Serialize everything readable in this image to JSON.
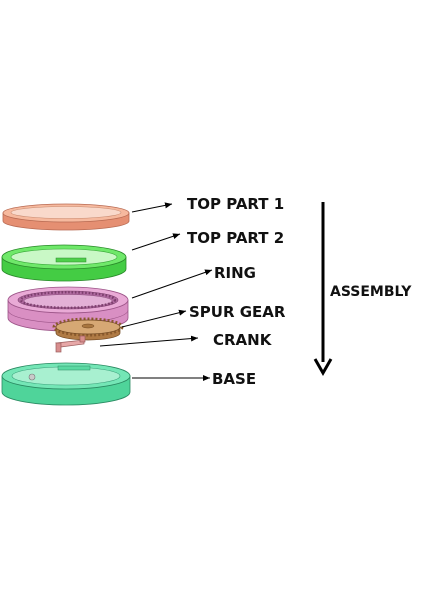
{
  "diagram": {
    "parts": [
      {
        "id": "top-part-1",
        "label": "TOP PART 1",
        "color": "#f3ab8e"
      },
      {
        "id": "top-part-2",
        "label": "TOP PART 2",
        "color": "#5ee05a"
      },
      {
        "id": "ring",
        "label": "RING",
        "color": "#e4a0d0"
      },
      {
        "id": "spur-gear",
        "label": "SPUR GEAR",
        "color": "#c99865"
      },
      {
        "id": "crank",
        "label": "CRANK",
        "color": "#e0a2a2"
      },
      {
        "id": "base",
        "label": "BASE",
        "color": "#60e0aa"
      }
    ],
    "flow_label": "ASSEMBLY",
    "colors": {
      "text": "#111111",
      "arrow": "#000000"
    }
  }
}
